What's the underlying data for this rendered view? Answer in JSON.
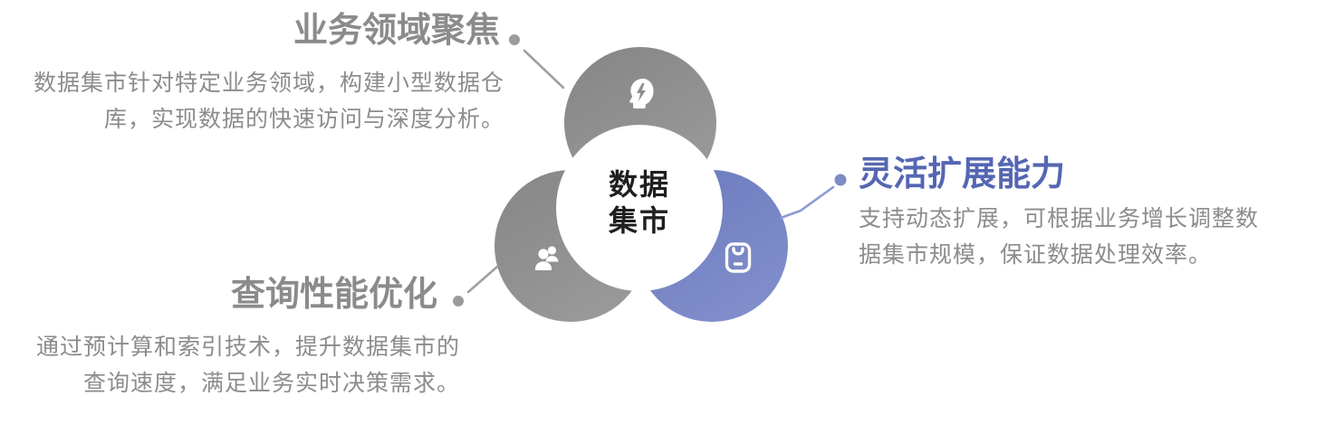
{
  "diagram": {
    "type": "venn-infographic",
    "center": {
      "label": "数据\n集市"
    },
    "colors": {
      "gray_circle": "#8f8f8f",
      "blue_circle": "#7584c6",
      "gray_title": "#8b8b8b",
      "blue_title": "#5566b2",
      "body_text": "#8c8c8c",
      "center_text": "#1f1f1f",
      "connector_gray": "#a0a0a0",
      "connector_blue": "#8d99d1",
      "dot_gray": "#9b9b9b",
      "dot_blue": "#7d8bc7",
      "icon_color": "#ffffff"
    }
  },
  "sections": [
    {
      "id": "business-focus",
      "title": "业务领域聚焦",
      "body": "数据集市针对特定业务领域，构建小型数据仓\n库，实现数据的快速访问与深度分析。",
      "icon": "head-lightning-icon",
      "circle_color": "gray"
    },
    {
      "id": "flexible-expansion",
      "title": "灵活扩展能力",
      "body": "支持动态扩展，可根据业务增长调整数\n据集市规模，保证数据处理效率。",
      "icon": "storage-bag-icon",
      "circle_color": "blue"
    },
    {
      "id": "query-performance",
      "title": "查询性能优化",
      "body": "通过预计算和索引技术，提升数据集市的\n查询速度，满足业务实时决策需求。",
      "icon": "user-group-icon",
      "circle_color": "gray"
    }
  ]
}
